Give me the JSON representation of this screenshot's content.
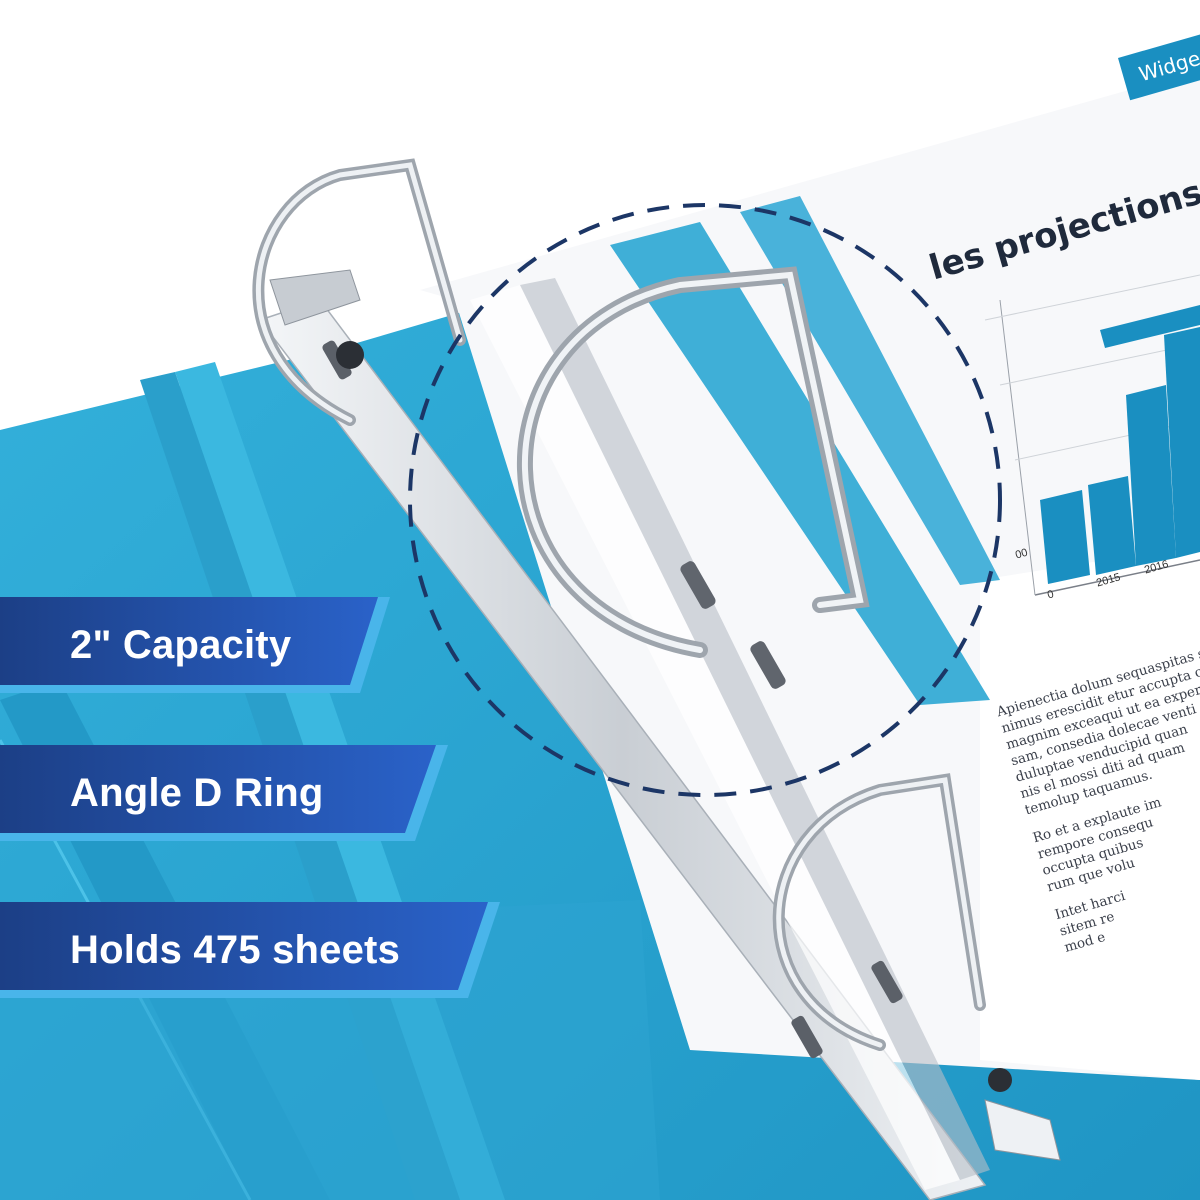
{
  "colors": {
    "binder_blue": "#2aa6d3",
    "binder_dark": "#1b86b3",
    "badge_dark": "#1c3f86",
    "badge_light": "#2a62c9",
    "badge_edge": "#49b5ea",
    "chart_bar": "#1a8fc1",
    "dash_circle": "#1c3666",
    "metal": "#d9dde2"
  },
  "badges": [
    {
      "label": "2\" Capacity"
    },
    {
      "label": "Angle D Ring"
    },
    {
      "label": "Holds 475 sheets"
    }
  ],
  "document": {
    "tag": "Widge",
    "heading": "les projections",
    "chart": {
      "tick_labels": [
        "2015",
        "2016",
        "0",
        "00"
      ]
    },
    "body_paragraphs": [
      "Apienectia dolum sequaspitas sam\nnimus erescidit etur accupta co\nmagnim exceaqui ut ea exper\nsam, consedia dolecae venti\nduluptae venducipid quan\nnis el mossi diti ad quam\ntemolup taquamus.",
      "Ro et a explaute im\nrempore consequ\noccupta quibus\nrum que volu",
      "Intet harci\nsitem re\nmod e"
    ]
  },
  "icons": {
    "ring_top": "d-ring-icon",
    "ring_middle": "d-ring-icon",
    "ring_bottom": "d-ring-icon"
  }
}
